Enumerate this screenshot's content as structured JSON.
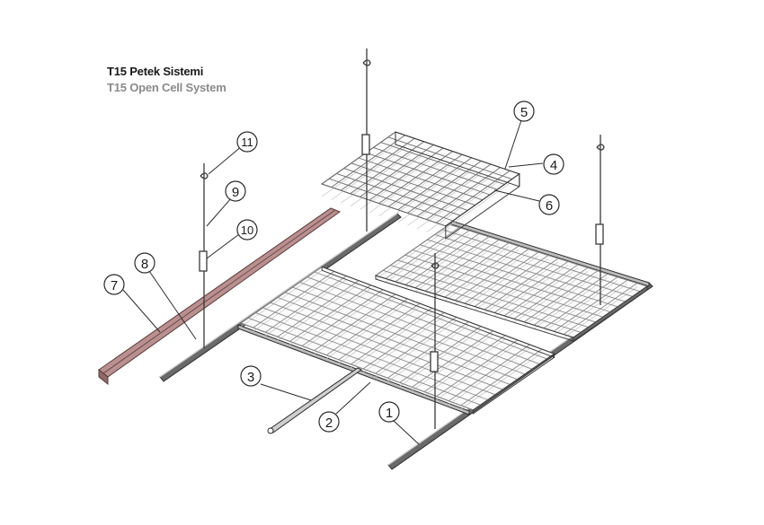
{
  "title": "T15 Petek Sistemi",
  "subtitle": "T15 Open Cell System",
  "callouts": [
    "1",
    "2",
    "3",
    "4",
    "5",
    "6",
    "7",
    "8",
    "9",
    "10",
    "11"
  ],
  "colors": {
    "line": "#2b2b2b",
    "grid": "#9a9a9a",
    "rail": "#5a5a5a",
    "angle_trim": "#b08a8a",
    "angle_trim_edge": "#5a3a3a"
  }
}
